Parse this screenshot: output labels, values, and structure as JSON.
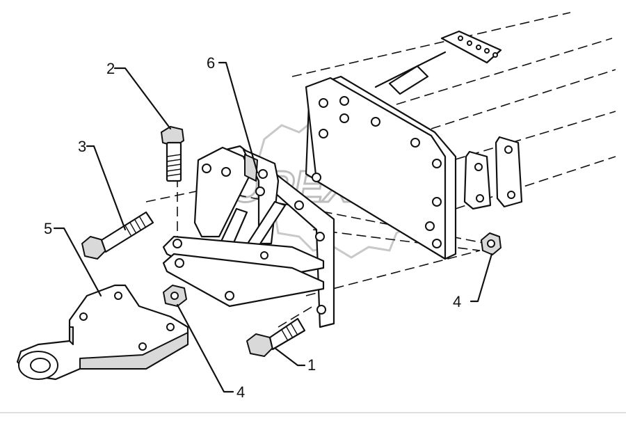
{
  "diagram": {
    "callouts": [
      {
        "id": "c1",
        "text": "1"
      },
      {
        "id": "c2",
        "text": "2"
      },
      {
        "id": "c3",
        "text": "3"
      },
      {
        "id": "c4a",
        "text": "4"
      },
      {
        "id": "c4b",
        "text": "4"
      },
      {
        "id": "c5",
        "text": "5"
      },
      {
        "id": "c6",
        "text": "6"
      }
    ],
    "watermark": {
      "text": "OPEX"
    }
  }
}
